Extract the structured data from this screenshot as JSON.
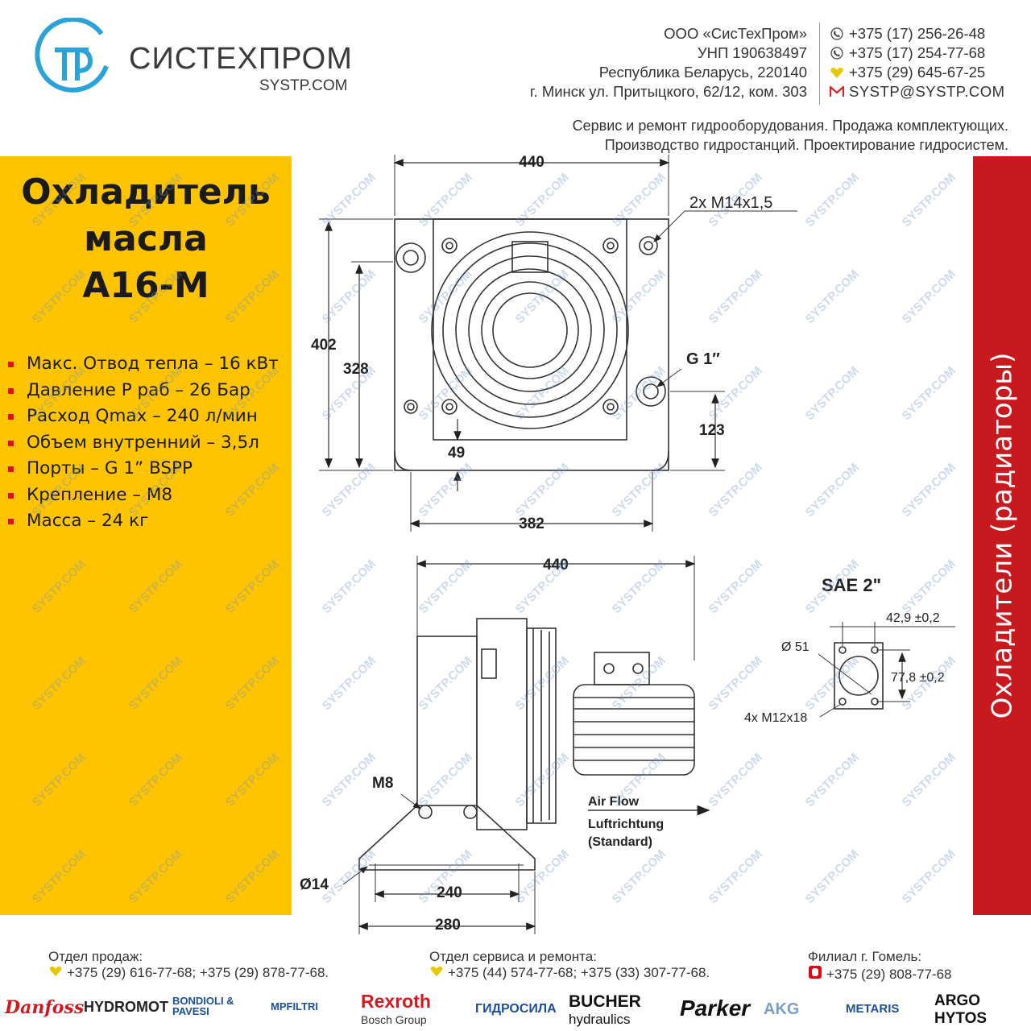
{
  "header": {
    "brand_name": "СИСТЕХПРОМ",
    "brand_site": "SYSTP.COM",
    "company_lines": [
      "ООО «СисТехПром»",
      "УНП 190638497",
      "Республика Беларусь, 220140",
      "г. Минск ул. Притыцкого, 62/12, ком. 303"
    ],
    "phones": [
      "+375 (17) 256-26-48",
      "+375 (17) 254-77-68",
      "+375 (29) 645-67-25"
    ],
    "email": "SYSTP@SYSTP.COM",
    "services": [
      "Сервис и ремонт гидрооборудования. Продажа комплектующих.",
      "Производство гидростанций. Проектирование гидросистем."
    ]
  },
  "product": {
    "title_lines": [
      "Охладитель",
      "масла",
      "А16-М"
    ],
    "specs": [
      "Макс. Отвод тепла – 16 кВт",
      "Давление Р раб – 26 Бар",
      "Расход Qmax – 240 л/мин",
      "Объем внутренний – 3,5л",
      "Порты – G 1” BSPP",
      "Крепление – М8",
      "Масса – 24 кг"
    ]
  },
  "side_label": "Охладители (радиаторы)",
  "watermark": "SYSTP.COM",
  "drawing": {
    "top_view": {
      "width": "440",
      "height_outer": "402",
      "height_inner": "328",
      "thread": "2x M14x1,5",
      "port": "G 1″",
      "dim_123": "123",
      "dim_49": "49",
      "base": "382"
    },
    "side_view": {
      "width": "440",
      "mount": "M8",
      "hole": "Ø14",
      "base_inner": "240",
      "base_outer": "280",
      "air_flow": [
        "Air Flow",
        "Luftrichtung",
        "(Standard)"
      ]
    },
    "flange": {
      "title": "SAE 2\"",
      "dim_a": "42,9 ±0,2",
      "dim_b": "77,8 ±0,2",
      "dia": "Ø 51",
      "bolts": "4x M12x18"
    }
  },
  "footer": {
    "sales": {
      "heading": "Отдел продаж:",
      "phones": "+375 (29) 616-77-68;  +375 (29) 878-77-68."
    },
    "service": {
      "heading": "Отдел сервиса и ремонта:",
      "phones": "+375 (44) 574-77-68;  +375 (33) 307-77-68."
    },
    "branch": {
      "heading": "Филиал г. Гомель:",
      "phones": "+375 (29) 808-77-68"
    }
  },
  "brands": [
    "Danfoss",
    "HYDROMOT",
    "BONDIOLI & PAVESI",
    "MPFILTRI",
    "Rexroth",
    "Bosch Group",
    "ГИДРОСИЛА",
    "BUCHER",
    "hydraulics",
    "Parker",
    "AKG",
    "METARIS",
    "ARGO",
    "HYTOS"
  ],
  "colors": {
    "yellow": "#ffc400",
    "red": "#c8191f",
    "accent_blue": "#2aa3d8"
  }
}
